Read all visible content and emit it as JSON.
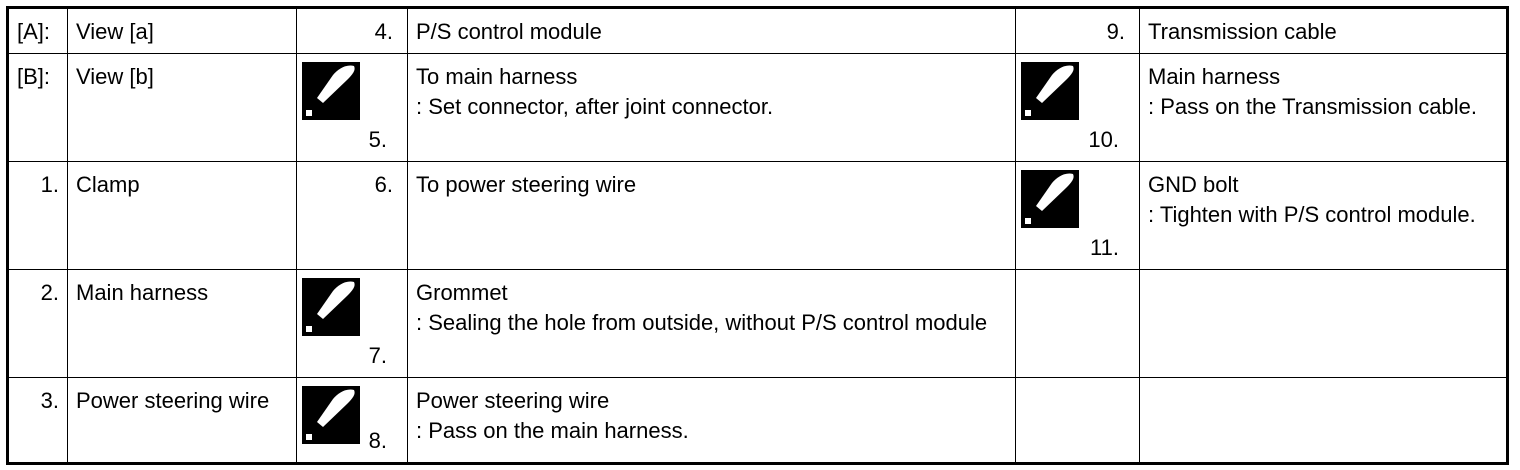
{
  "rows": [
    {
      "key": "[A]:",
      "key_desc": "View [a]",
      "mid": {
        "num": "4.",
        "icon": false,
        "title": "P/S control module",
        "note": ""
      },
      "right": {
        "num": "9.",
        "icon": false,
        "title": "Transmission cable",
        "note": ""
      }
    },
    {
      "key": "[B]:",
      "key_desc": "View [b]",
      "mid": {
        "num": "5.",
        "icon": true,
        "icon_name": "torque-wrench-reference-icon",
        "title": "To main harness",
        "note": ": Set connector, after joint connector."
      },
      "right": {
        "num": "10.",
        "icon": true,
        "icon_name": "torque-wrench-reference-icon",
        "title": "Main harness",
        "note": ": Pass on the Transmission cable."
      }
    },
    {
      "key": "1.",
      "key_desc": "Clamp",
      "mid": {
        "num": "6.",
        "icon": false,
        "title": "To power steering wire",
        "note": ""
      },
      "right": {
        "num": "11.",
        "icon": true,
        "icon_name": "torque-wrench-reference-icon",
        "title": "GND bolt",
        "note": ": Tighten with P/S control module."
      }
    },
    {
      "key": "2.",
      "key_desc": "Main harness",
      "mid": {
        "num": "7.",
        "icon": true,
        "icon_name": "torque-wrench-reference-icon",
        "title": "Grommet",
        "note": ": Sealing the hole from outside, without P/S control module"
      },
      "right": {
        "num": "",
        "icon": false,
        "title": "",
        "note": ""
      }
    },
    {
      "key": "3.",
      "key_desc": "Power steering wire",
      "mid": {
        "num": "8.",
        "icon": true,
        "icon_name": "torque-wrench-reference-icon",
        "title": "Power steering wire",
        "note": ": Pass on the main harness."
      },
      "right": {
        "num": "",
        "icon": false,
        "title": "",
        "note": ""
      }
    }
  ]
}
